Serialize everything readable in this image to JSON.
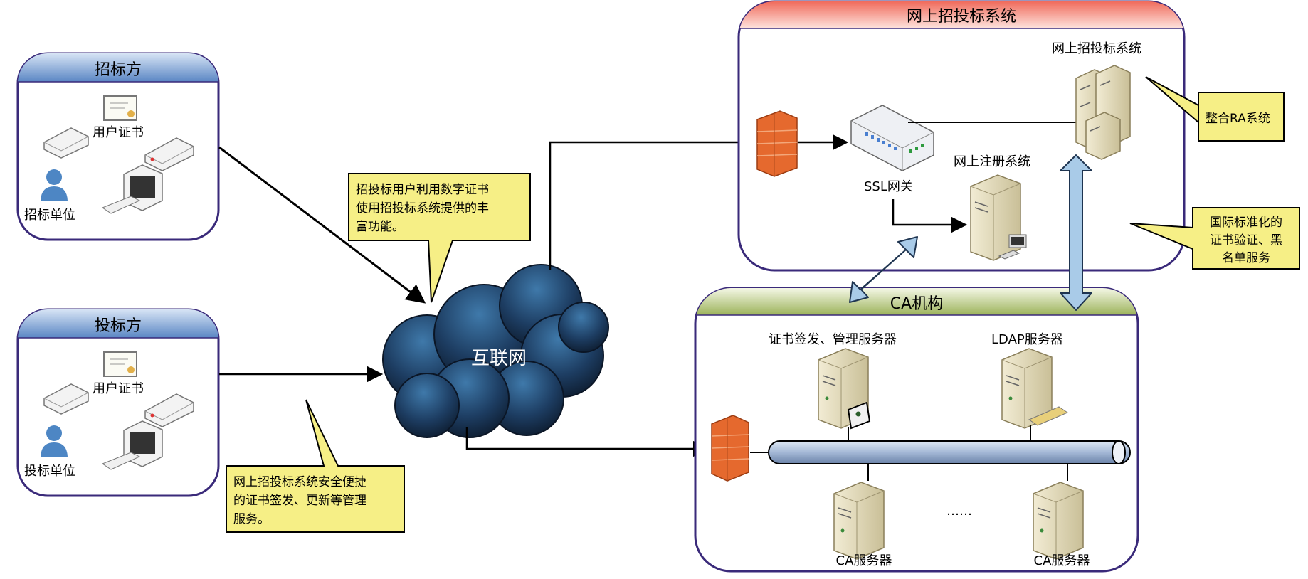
{
  "panels": {
    "tenderer": {
      "title": "招标方",
      "cert_label": "用户证书",
      "unit_label": "招标单位"
    },
    "bidder": {
      "title": "投标方",
      "cert_label": "用户证书",
      "unit_label": "投标单位"
    },
    "system": {
      "title": "网上招投标系统",
      "server_label": "网上招投标系统",
      "ssl_label": "SSL网关",
      "reg_label": "网上注册系统"
    },
    "ca": {
      "title": "CA机构",
      "issue_label": "证书签发、管理服务器",
      "ldap_label": "LDAP服务器",
      "ca1_label": "CA服务器",
      "ca2_label": "CA服务器",
      "ellipsis": "……"
    }
  },
  "internet_label": "互联网",
  "callouts": {
    "top_lines": [
      "招投标用户利用数字证书",
      "使用招投标系统提供的丰",
      "富功能。"
    ],
    "bottom_lines": [
      "网上招投标系统安全便捷",
      "的证书签发、更新等管理",
      "服务。"
    ],
    "ra": [
      "整合RA系统"
    ],
    "std_lines": [
      "国际标准化的",
      "证书验证、黑",
      "名单服务"
    ]
  },
  "colors": {
    "panel_border": "#3a2a7a",
    "callout_fill": "#f6ef86",
    "cloud": "#1f3f66",
    "arrow_fill": "#a9cbe8"
  }
}
